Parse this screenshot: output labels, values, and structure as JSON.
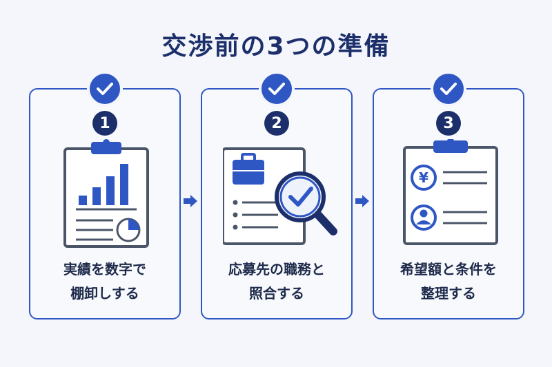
{
  "title": "交渉前の3つの準備",
  "colors": {
    "primary": "#2f57c4",
    "dark": "#1c2f6b",
    "outline": "#4a5568",
    "text": "#1d2a4a"
  },
  "steps": [
    {
      "number": "1",
      "line1": "実績を数字で",
      "line2": "棚卸しする",
      "icon": "clipboard-chart-icon"
    },
    {
      "number": "2",
      "line1": "応募先の職務と",
      "line2": "照合する",
      "icon": "job-checklist-magnifier-icon"
    },
    {
      "number": "3",
      "line1": "希望額と条件を",
      "line2": "整理する",
      "icon": "clipboard-yen-person-icon"
    }
  ],
  "illus3_yen": "¥"
}
